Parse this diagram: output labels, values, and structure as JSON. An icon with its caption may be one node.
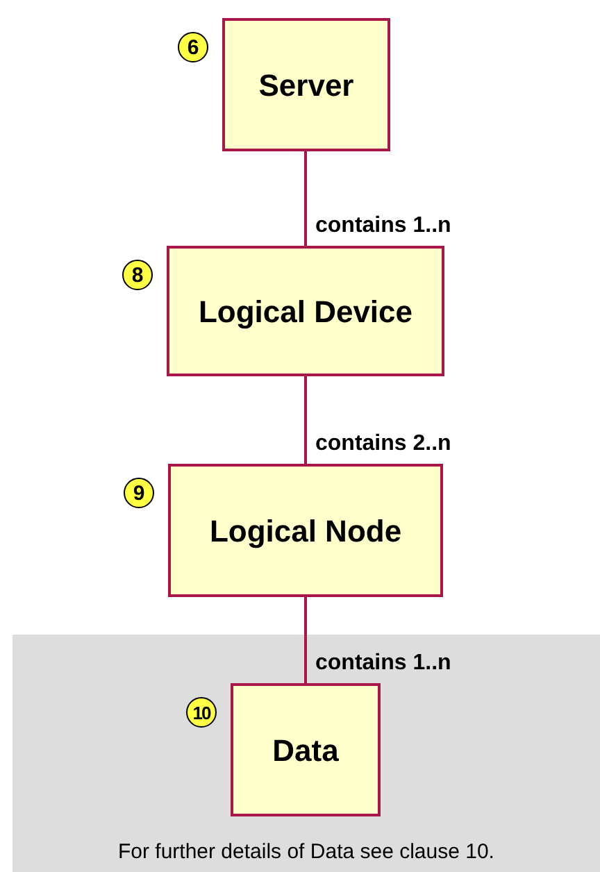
{
  "diagram": {
    "nodes": [
      {
        "text": [
          "Server"
        ],
        "beside": [
          "6"
        ]
      },
      {
        "text": [
          "Logical Device"
        ],
        "beside": [
          "8"
        ]
      },
      {
        "text": [
          "Logical Node"
        ],
        "beside": [
          "9"
        ]
      },
      {
        "text": [
          "For further details of Data see clause 10."
        ]
      },
      {
        "text": [
          "Data"
        ],
        "beside": [
          "10"
        ],
        "in": 3
      }
    ],
    "edges": [
      {
        "from": 0,
        "to": 1,
        "arrow": "none",
        "label": "contains 1..n"
      },
      {
        "from": 1,
        "to": 2,
        "arrow": "none",
        "label": "contains 2..n"
      },
      {
        "from": 2,
        "to": 4,
        "arrow": "none",
        "label": "contains 1..n"
      }
    ]
  }
}
